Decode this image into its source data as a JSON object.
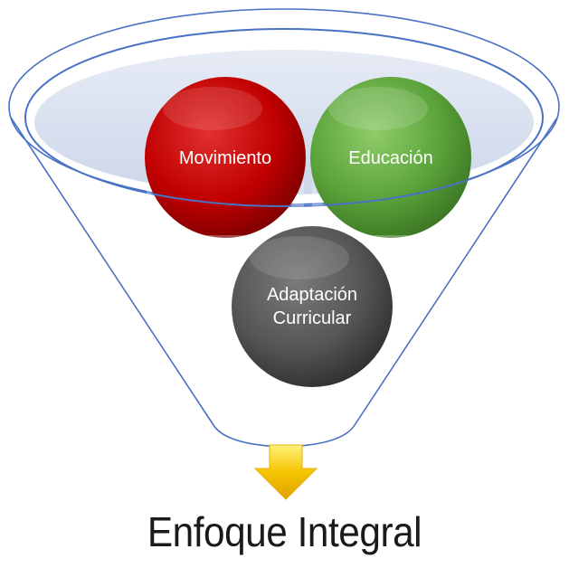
{
  "diagram": {
    "type": "funnel",
    "inputs": [
      {
        "label": "Movimiento",
        "color": "#c00000"
      },
      {
        "label": "Educación",
        "color": "#5aa23a"
      },
      {
        "label_line1": "Adaptación",
        "label_line2": "Curricular",
        "color": "#555555"
      }
    ],
    "result": "Enfoque Integral",
    "funnel_stroke_color": "#4a72c4",
    "arrow_color": "#f5c400"
  }
}
